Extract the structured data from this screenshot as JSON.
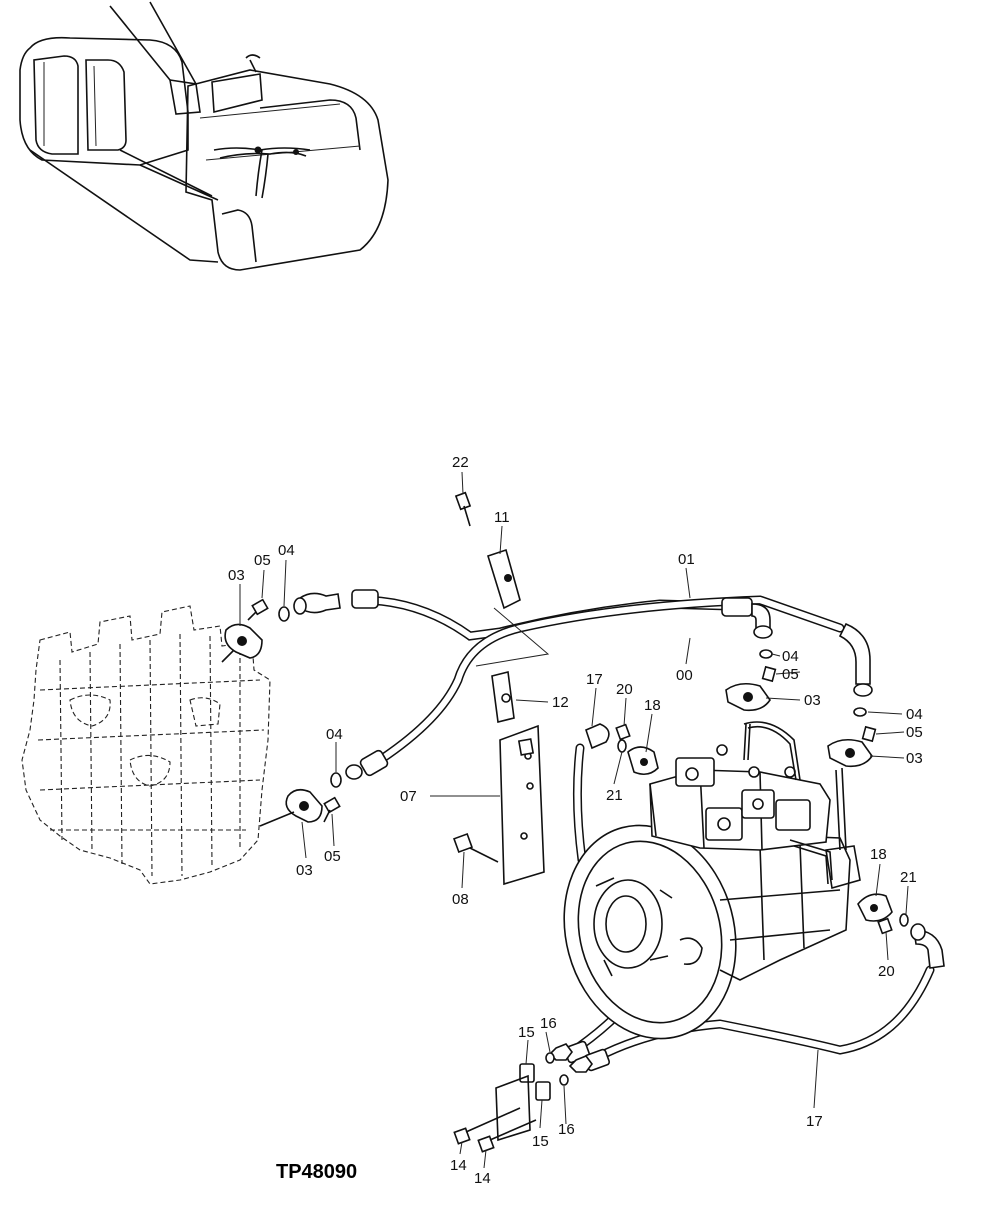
{
  "drawing_code": "TP48090",
  "callouts": [
    {
      "id": "c22",
      "text": "22"
    },
    {
      "id": "c11",
      "text": "11"
    },
    {
      "id": "c01",
      "text": "01"
    },
    {
      "id": "c00",
      "text": "00"
    },
    {
      "id": "c03a",
      "text": "03"
    },
    {
      "id": "c05a",
      "text": "05"
    },
    {
      "id": "c04a",
      "text": "04"
    },
    {
      "id": "c04b",
      "text": "04"
    },
    {
      "id": "c05b",
      "text": "05"
    },
    {
      "id": "c03b",
      "text": "03"
    },
    {
      "id": "c04c",
      "text": "04"
    },
    {
      "id": "c05c",
      "text": "05"
    },
    {
      "id": "c03c",
      "text": "03"
    },
    {
      "id": "c17a",
      "text": "17"
    },
    {
      "id": "c20a",
      "text": "20"
    },
    {
      "id": "c18a",
      "text": "18"
    },
    {
      "id": "c12",
      "text": "12"
    },
    {
      "id": "c21a",
      "text": "21"
    },
    {
      "id": "c04d",
      "text": "04"
    },
    {
      "id": "c07",
      "text": "07"
    },
    {
      "id": "c03d",
      "text": "03"
    },
    {
      "id": "c05d",
      "text": "05"
    },
    {
      "id": "c08",
      "text": "08"
    },
    {
      "id": "c18b",
      "text": "18"
    },
    {
      "id": "c21b",
      "text": "21"
    },
    {
      "id": "c20b",
      "text": "20"
    },
    {
      "id": "c15a",
      "text": "15"
    },
    {
      "id": "c16a",
      "text": "16"
    },
    {
      "id": "c15b",
      "text": "15"
    },
    {
      "id": "c16b",
      "text": "16"
    },
    {
      "id": "c14a",
      "text": "14"
    },
    {
      "id": "c14b",
      "text": "14"
    },
    {
      "id": "c17b",
      "text": "17"
    }
  ]
}
